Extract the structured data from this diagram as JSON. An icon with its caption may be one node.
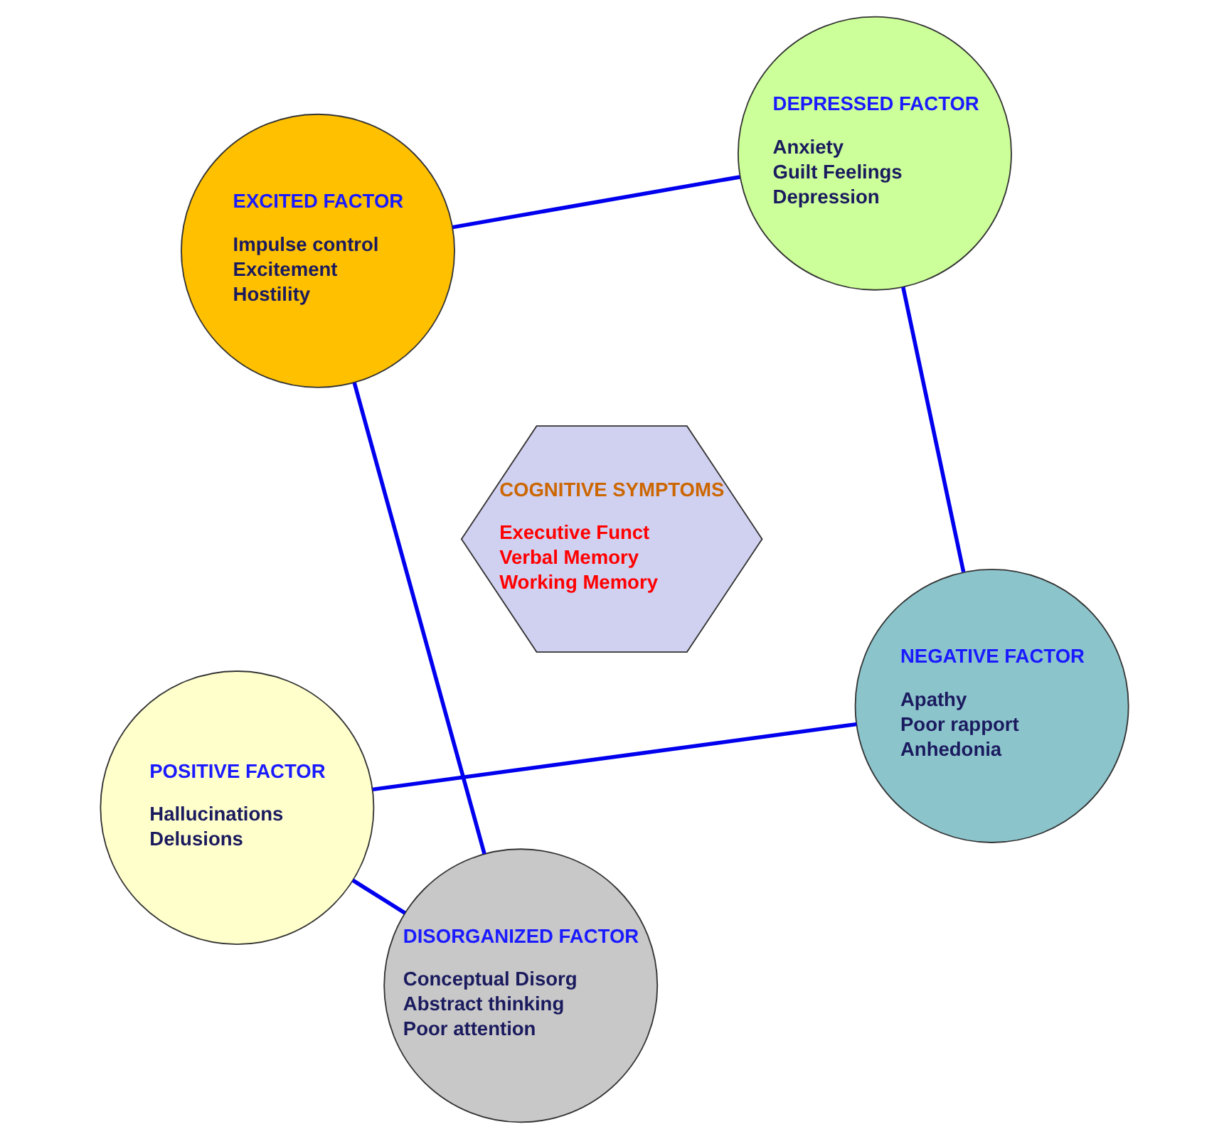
{
  "diagram": {
    "nodes": [
      {
        "text": [
          "POSITIVE FACTOR",
          "Hallucinations",
          "Delusions"
        ]
      },
      {
        "text": [
          "NEGATIVE FACTOR",
          "Apathy",
          "Poor rapport",
          "Anhedonia"
        ]
      },
      {
        "text": [
          "DISORGANIZED FACTOR",
          "Conceptual Disorg",
          "Abstract thinking",
          "Poor attention"
        ]
      },
      {
        "text": [
          "COGNITIVE SYMPTOMS",
          "Executive Funct",
          "Verbal Memory",
          "Working Memory"
        ]
      },
      {
        "text": [
          "DEPRESSED FACTOR",
          "Anxiety",
          "Guilt Feelings",
          "Depression"
        ]
      },
      {
        "text": [
          "EXCITED FACTOR",
          "Impulse control",
          "Excitement",
          "Hostility"
        ]
      }
    ],
    "edges": [
      {
        "from": 0,
        "to": 2,
        "arrow": "none"
      },
      {
        "from": 2,
        "to": 5,
        "arrow": "none"
      },
      {
        "from": 5,
        "to": 4,
        "arrow": "none"
      },
      {
        "from": 4,
        "to": 1,
        "arrow": "none"
      },
      {
        "from": 1,
        "to": 0,
        "arrow": "none"
      }
    ]
  }
}
